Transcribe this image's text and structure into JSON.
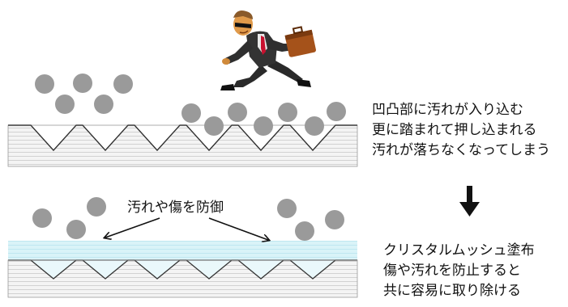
{
  "colors": {
    "particle": "#9a9a9a",
    "surface_fill": "#f4f4f4",
    "surface_stripe": "#d2d2d2",
    "coating": "#cdeef5",
    "ink": "#111111"
  },
  "top_caption": {
    "line1": "凹凸部に汚れが入り込む",
    "line2": "更に踏まれて押し込まれる",
    "line3": "汚れが落ちなくなってしまう"
  },
  "bottom_caption": {
    "line1": "クリスタルムッシュ塗布",
    "line2": "傷や汚れを防止すると",
    "line3": "共に容易に取り除ける"
  },
  "protect_label": "汚れや傷を防御",
  "icons": {
    "figure": "running-businessman-icon",
    "arrow": "down-arrow-icon"
  }
}
